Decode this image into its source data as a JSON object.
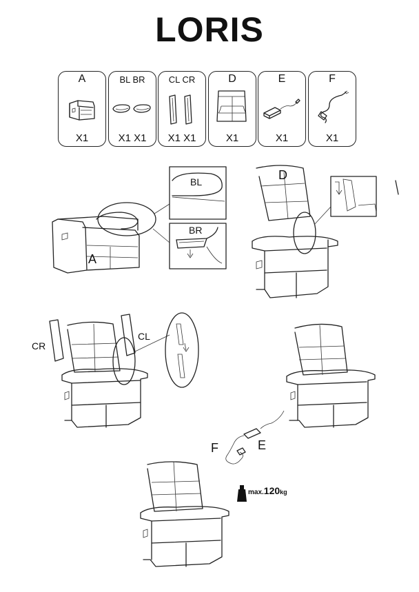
{
  "title": "LORIS",
  "parts": [
    {
      "id": "A",
      "label": "A",
      "qty": "X1",
      "icon": "recliner-base"
    },
    {
      "id": "B",
      "label": "BL BR",
      "qty": "X1 X1",
      "icon": "armrest-pads"
    },
    {
      "id": "C",
      "label": "CL CR",
      "qty": "X1 X1",
      "icon": "side-panels"
    },
    {
      "id": "D",
      "label": "D",
      "qty": "X1",
      "icon": "backrest"
    },
    {
      "id": "E",
      "label": "E",
      "qty": "X1",
      "icon": "power-adapter"
    },
    {
      "id": "F",
      "label": "F",
      "qty": "X1",
      "icon": "power-cable"
    }
  ],
  "step1": {
    "callout_bl": "BL",
    "callout_br": "BR",
    "part_label": "A"
  },
  "step2": {
    "part_label": "D"
  },
  "step3": {
    "left_label": "CR",
    "right_label": "CL"
  },
  "step4": {
    "label_f": "F",
    "label_e": "E"
  },
  "weight": {
    "prefix": "max.",
    "value": "120",
    "unit": "kg"
  }
}
